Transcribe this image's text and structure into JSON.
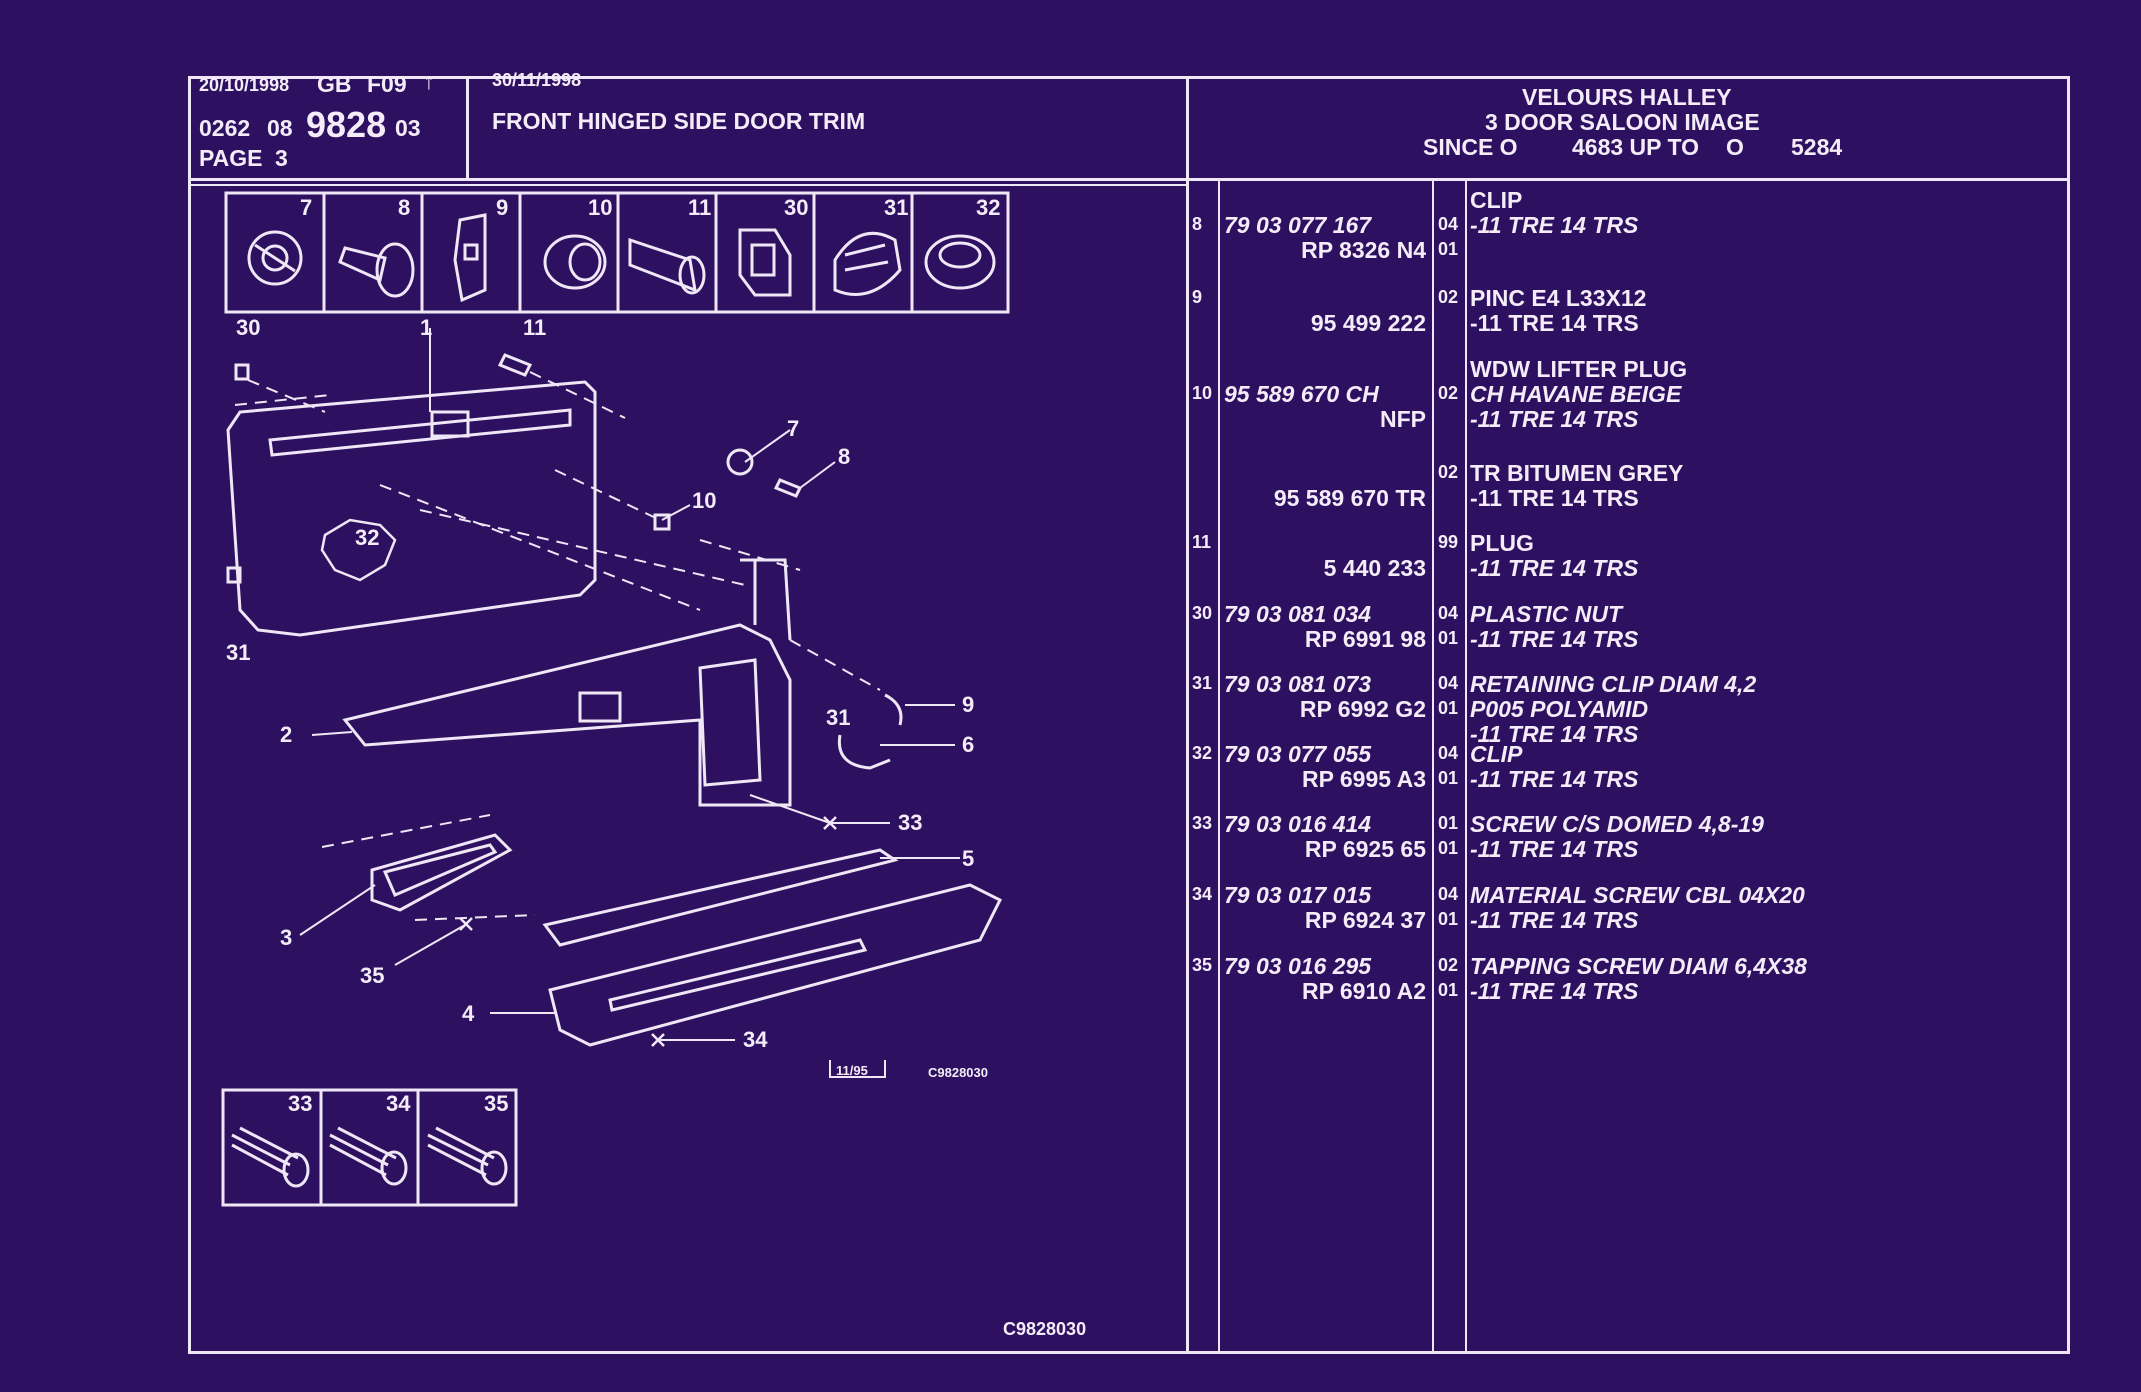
{
  "header": {
    "date1": "20/10/1998",
    "gb": "GB",
    "code": "F09",
    "arrow": "↑",
    "num_prefix": "0262",
    "num_mid": "08",
    "num_big": "9828",
    "num_suffix": "03",
    "page": "PAGE",
    "page_no": "3",
    "date2": "30/11/1998",
    "title": "FRONT HINGED SIDE DOOR TRIM",
    "right_line1": "VELOURS HALLEY",
    "right_line2": "3 DOOR SALOON IMAGE",
    "right_since": "SINCE O",
    "right_from": "4683 UP TO",
    "right_o": "O",
    "right_to": "5284"
  },
  "diagram": {
    "top_boxes": [
      "7",
      "8",
      "9",
      "10",
      "11",
      "30",
      "31",
      "32"
    ],
    "bottom_boxes": [
      "33",
      "34",
      "35"
    ],
    "callouts": [
      "30",
      "1",
      "11",
      "7",
      "8",
      "10",
      "32",
      "31",
      "2",
      "9",
      "31",
      "6",
      "33",
      "5",
      "3",
      "35",
      "4",
      "34"
    ],
    "stamp_box": "11/95",
    "stamp_code": "C9828030",
    "footer_code": "C9828030"
  },
  "parts": [
    {
      "ref": "",
      "p1": "",
      "p2": "",
      "q1": "",
      "q2": "",
      "d1": "CLIP",
      "d2": "",
      "d3": "",
      "dstyle": "b"
    },
    {
      "ref": "8",
      "p1": "79 03 077 167",
      "p2": "RP  8326 N4",
      "q1": "04",
      "q2": "01",
      "d1": "-11 TRE 14 TRS",
      "d2": "",
      "d3": "",
      "dstyle": "i"
    },
    {
      "ref": "9",
      "p1": "",
      "p2": "95 499 222",
      "q1": "02",
      "q2": "",
      "d1": "PINC E4 L33X12",
      "d2": "-11 TRE 14 TRS",
      "d3": "",
      "dstyle": "n"
    },
    {
      "ref": "",
      "p1": "",
      "p2": "",
      "q1": "",
      "q2": "",
      "d1": "WDW LIFTER PLUG",
      "d2": "",
      "d3": "",
      "dstyle": "b"
    },
    {
      "ref": "10",
      "p1": "95 589 670 CH",
      "p2": "NFP",
      "q1": "02",
      "q2": "",
      "d1": "CH HAVANE BEIGE",
      "d2": "-11 TRE 14 TRS",
      "d3": "",
      "dstyle": "i"
    },
    {
      "ref": "",
      "p1": "",
      "p2": "95 589 670 TR",
      "q1": "02",
      "q2": "",
      "d1": "TR BITUMEN GREY",
      "d2": "-11 TRE 14 TRS",
      "d3": "",
      "dstyle": "n"
    },
    {
      "ref": "11",
      "p1": "",
      "p2": "5 440 233",
      "q1": "99",
      "q2": "",
      "d1": "PLUG",
      "d2": "-11 TRE 14 TRS",
      "d3": "",
      "dstyle": "b"
    },
    {
      "ref": "30",
      "p1": "79 03 081 034",
      "p2": "RP  6991 98",
      "q1": "04",
      "q2": "01",
      "d1": "PLASTIC NUT",
      "d2": "-11 TRE 14 TRS",
      "d3": "",
      "dstyle": "i"
    },
    {
      "ref": "31",
      "p1": "79 03 081 073",
      "p2": "RP  6992 G2",
      "q1": "04",
      "q2": "01",
      "d1": "RETAINING CLIP DIAM 4,2",
      "d2": "P005 POLYAMID",
      "d3": "-11 TRE 14 TRS",
      "dstyle": "i"
    },
    {
      "ref": "32",
      "p1": "79 03 077 055",
      "p2": "RP  6995 A3",
      "q1": "04",
      "q2": "01",
      "d1": "CLIP",
      "d2": "-11 TRE 14 TRS",
      "d3": "",
      "dstyle": "i"
    },
    {
      "ref": "33",
      "p1": "79 03 016 414",
      "p2": "RP  6925 65",
      "q1": "01",
      "q2": "01",
      "d1": "SCREW C/S DOMED 4,8-19",
      "d2": "-11 TRE 14 TRS",
      "d3": "",
      "dstyle": "i"
    },
    {
      "ref": "34",
      "p1": "79 03 017 015",
      "p2": "RP  6924 37",
      "q1": "04",
      "q2": "01",
      "d1": "MATERIAL SCREW CBL 04X20",
      "d2": "-11 TRE 14 TRS",
      "d3": "",
      "dstyle": "i"
    },
    {
      "ref": "35",
      "p1": "79 03 016 295",
      "p2": "RP  6910 A2",
      "q1": "02",
      "q2": "01",
      "d1": "TAPPING SCREW DIAM 6,4X38",
      "d2": "-11 TRE 14 TRS",
      "d3": "",
      "dstyle": "i"
    }
  ]
}
